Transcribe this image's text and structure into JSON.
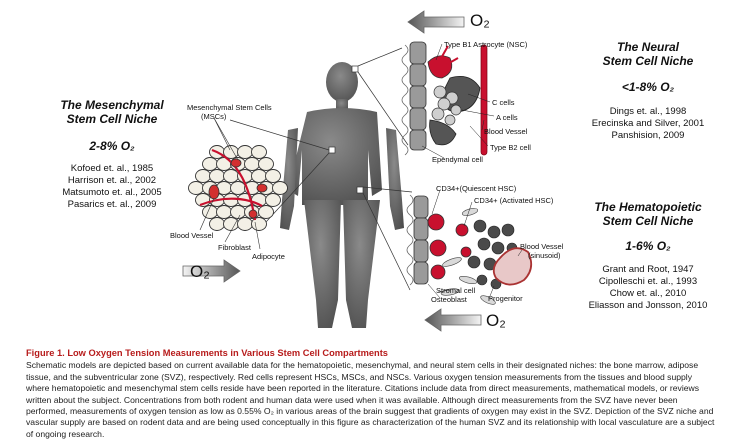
{
  "mesenchymal": {
    "title_1": "The Mesenchymal",
    "title_2": "Stem Cell Niche",
    "o2_range": "2-8% O₂",
    "refs": [
      "Kofoed et. al., 1985",
      "Harrison et. al., 2002",
      "Matsumoto et. al., 2005",
      "Pasarics et. al., 2009"
    ],
    "labels": {
      "mscs_1": "Mesenchymal Stem Cells",
      "mscs_2": "(MSCs)",
      "blood_vessel": "Blood Vessel",
      "fibroblast": "Fibroblast",
      "adipocyte": "Adipocyte"
    }
  },
  "neural": {
    "title_1": "The Neural",
    "title_2": "Stem Cell Niche",
    "o2_range": "<1-8% O₂",
    "refs": [
      "Dings et. al., 1998",
      "Erecinska and Silver, 2001",
      "Panshision, 2009"
    ],
    "labels": {
      "type_b1": "Type B1 Astrocyte (NSC)",
      "c_cells": "C cells",
      "a_cells": "A cells",
      "blood_vessel": "Blood Vessel",
      "type_b2": "Type B2 cell",
      "ependymal": "Ependymal cell"
    }
  },
  "hematopoietic": {
    "title_1": "The Hematopoietic",
    "title_2": "Stem Cell Niche",
    "o2_range": "1-6% O₂",
    "refs": [
      "Grant and Root, 1947",
      "Cipolleschi et. al., 1993",
      "Chow et. al., 2010",
      "Eliasson and Jonsson, 2010"
    ],
    "labels": {
      "quiescent": "CD34+(Quiescent HSC)",
      "activated": "CD34+ (Activated HSC)",
      "blood_vessel": "Blood Vessel",
      "sinusoid": "(sinusoid)",
      "stromal": "Stromal cell",
      "osteoblast": "Osteoblast",
      "progenitor": "Progenitor"
    }
  },
  "o2_label": "O₂",
  "caption": {
    "title": "Figure 1.  Low Oxygen Tension Measurements in Various Stem Cell Compartments",
    "body": "Schematic models are depicted based on current available data for the hematopoietic, mesenchymal, and neural stem cells in their designated niches: the bone marrow, adipose tissue, and the subventricular zone (SVZ), respectively. Red cells represent HSCs, MSCs, and NSCs. Various oxygen tension measurements from the tissues and blood supply where hematopoietic and mesenchymal stem cells reside have been reported in the literature. Citations include data from direct measurements, mathematical models, or reviews written about the subject. Concentrations from both rodent and human data were used when it was available. Although direct measurements from the SVZ have never been performed, measurements of oxygen tension as low as 0.55% O₂ in various areas of the brain suggest that gradients of oxygen may exist in the SVZ. Depiction of the SVZ niche and vascular supply are based on rodent data and are being used conceptually in this figure as characterization of the human SVZ and its relationship with local vasculature are a subject of ongoing research."
  },
  "colors": {
    "red": "#c8102e",
    "caption_title": "#b71c1c",
    "body": "#6b6b6b",
    "arrow_dark": "#555555",
    "arrow_light": "#f2f2f2"
  }
}
